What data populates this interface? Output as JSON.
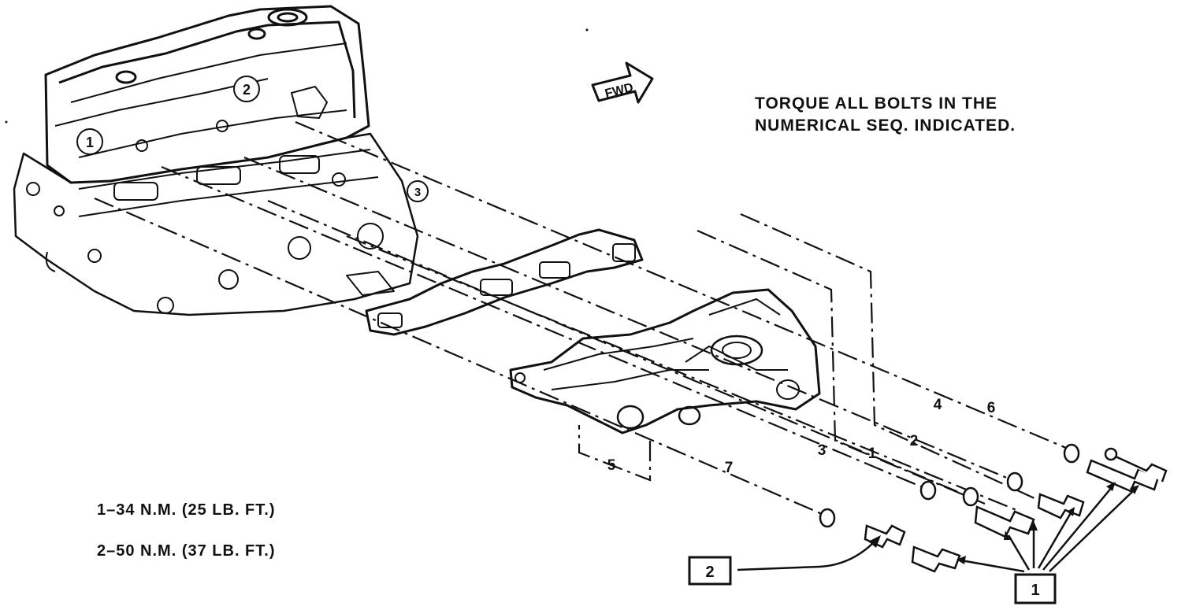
{
  "note": {
    "line1": "TORQUE ALL BOLTS IN THE",
    "line2": "NUMERICAL SEQ. INDICATED."
  },
  "torque_specs": [
    "1–34 N.M. (25 LB. FT.)",
    "2–50 N.M. (37 LB. FT.)"
  ],
  "direction_arrow": {
    "label": "FWD"
  },
  "engine_callouts": [
    "1",
    "2",
    "3"
  ],
  "bolt_sequence": [
    "4",
    "6",
    "2",
    "1",
    "3",
    "5",
    "7"
  ],
  "spec_callouts": [
    "2",
    "1"
  ]
}
